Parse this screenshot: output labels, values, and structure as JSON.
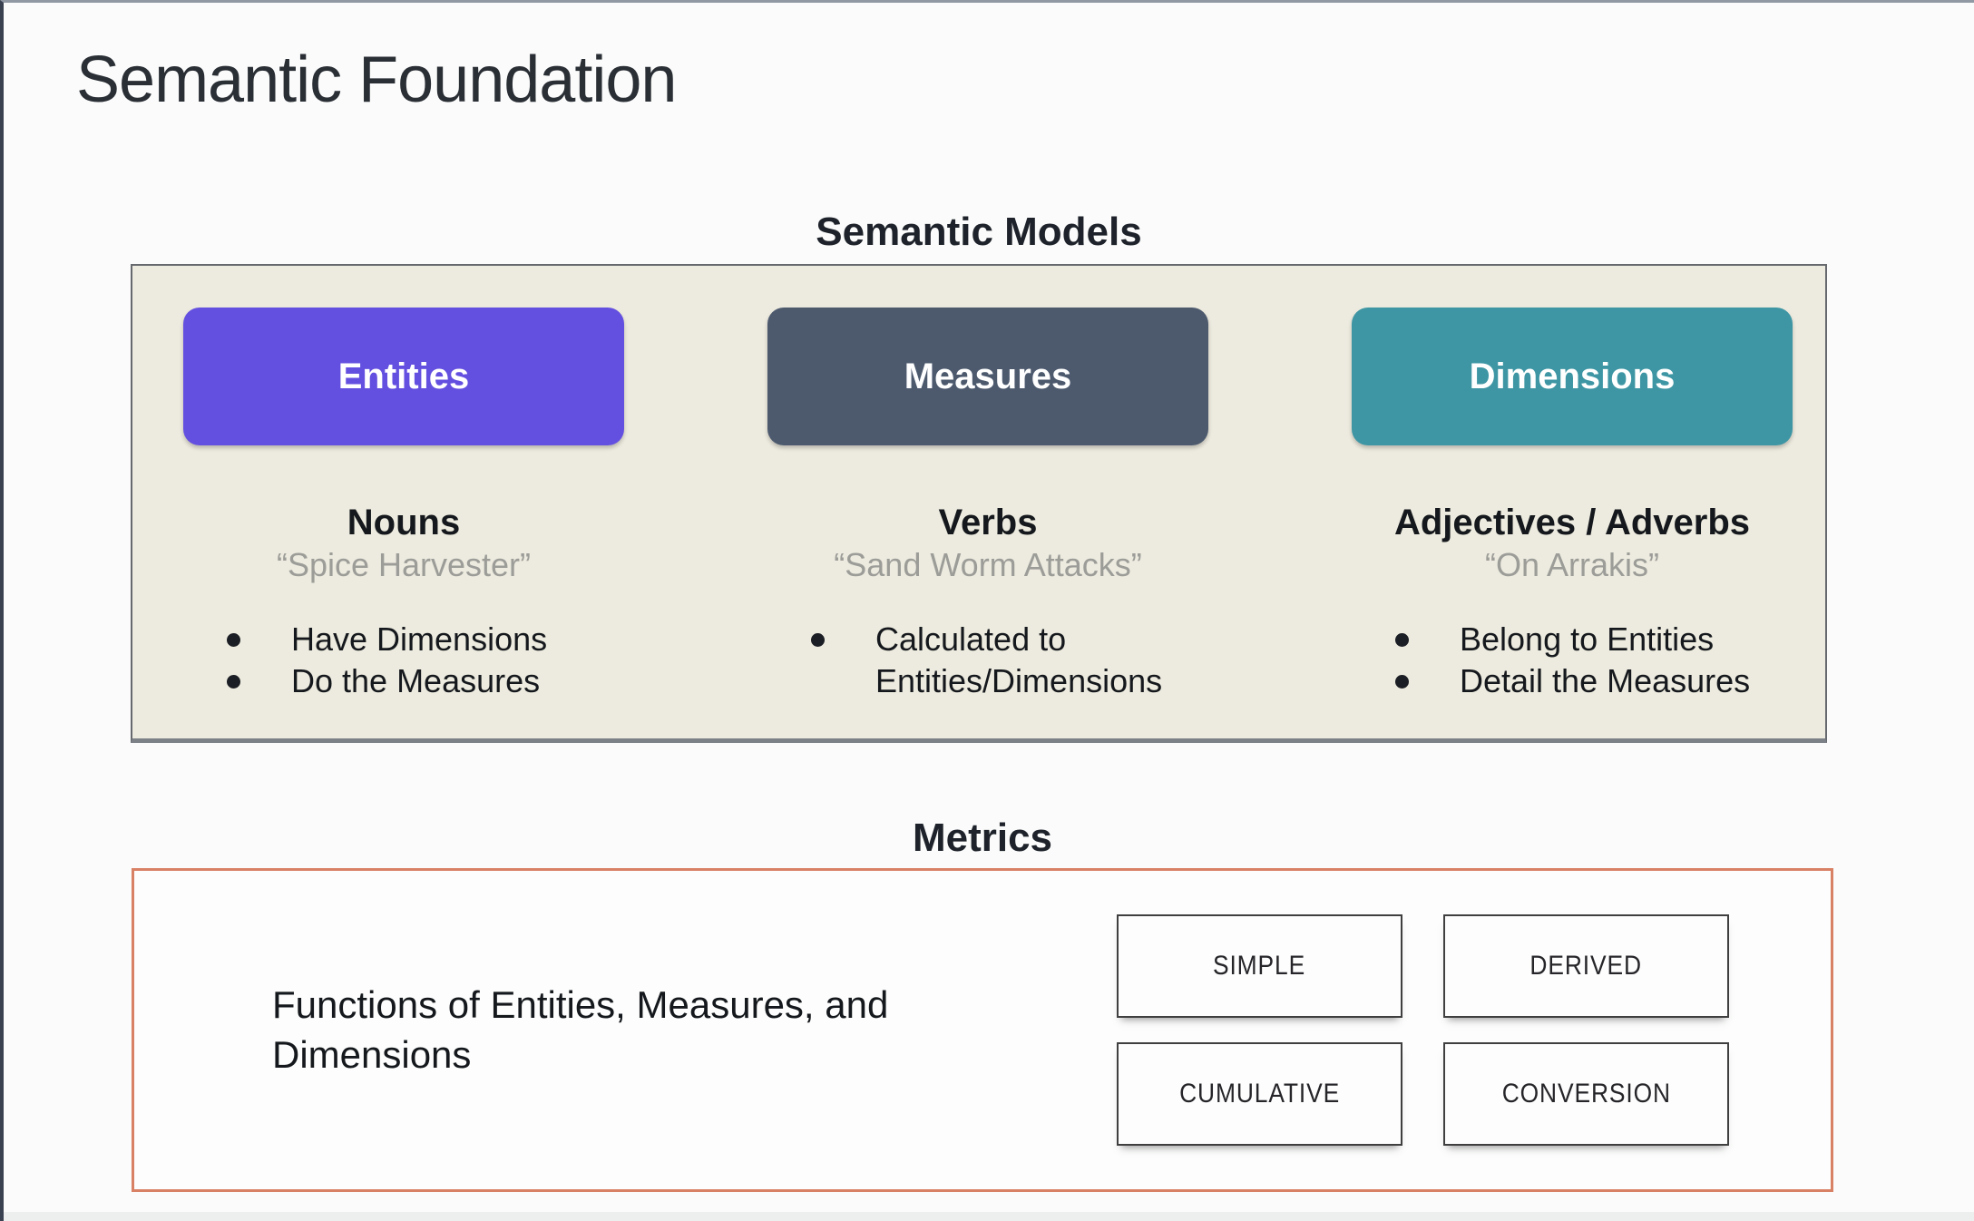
{
  "slide": {
    "title": "Semantic Foundation"
  },
  "semantic_models": {
    "heading": "Semantic Models",
    "box_bg": "#edebdf",
    "columns": [
      {
        "pill": "Entities",
        "pill_color": "#6450e0",
        "word_type": "Nouns",
        "example": "“Spice Harvester”",
        "bullets": [
          "Have Dimensions",
          "Do the Measures"
        ]
      },
      {
        "pill": "Measures",
        "pill_color": "#4d5a6e",
        "word_type": "Verbs",
        "example": "“Sand Worm Attacks”",
        "bullets": [
          "Calculated to Entities/Dimensions"
        ]
      },
      {
        "pill": "Dimensions",
        "pill_color": "#3e96a4",
        "word_type": "Adjectives / Adverbs",
        "example": "“On Arrakis”",
        "bullets": [
          "Belong to Entities",
          "Detail the Measures"
        ]
      }
    ]
  },
  "metrics": {
    "heading": "Metrics",
    "border_color": "#d98165",
    "description": "Functions of Entities, Measures, and Dimensions",
    "types": [
      "SIMPLE",
      "DERIVED",
      "CUMULATIVE",
      "CONVERSION"
    ]
  }
}
